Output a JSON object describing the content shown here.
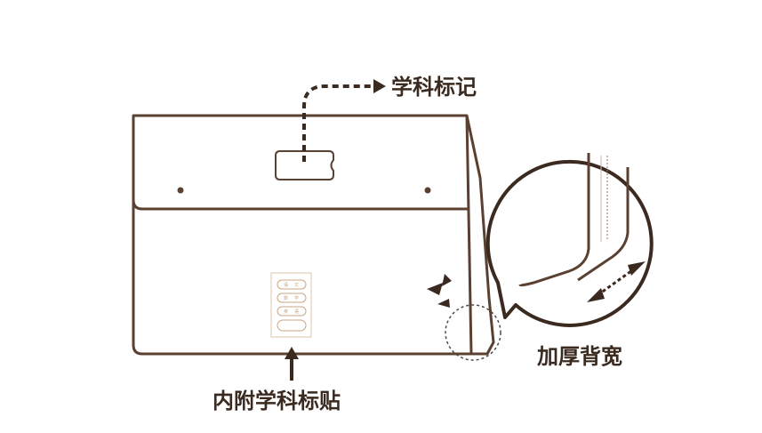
{
  "labels": {
    "subject_mark": "学科标记",
    "thick_back": "加厚背宽",
    "inner_sticker": "内附学科标贴"
  },
  "sticker_rows": [
    [
      "语",
      "文"
    ],
    [
      "数",
      "学"
    ],
    [
      "英",
      "语"
    ]
  ],
  "colors": {
    "outline": "#5a4030",
    "text": "#3b2a1f",
    "sticker": "#c8a782"
  }
}
